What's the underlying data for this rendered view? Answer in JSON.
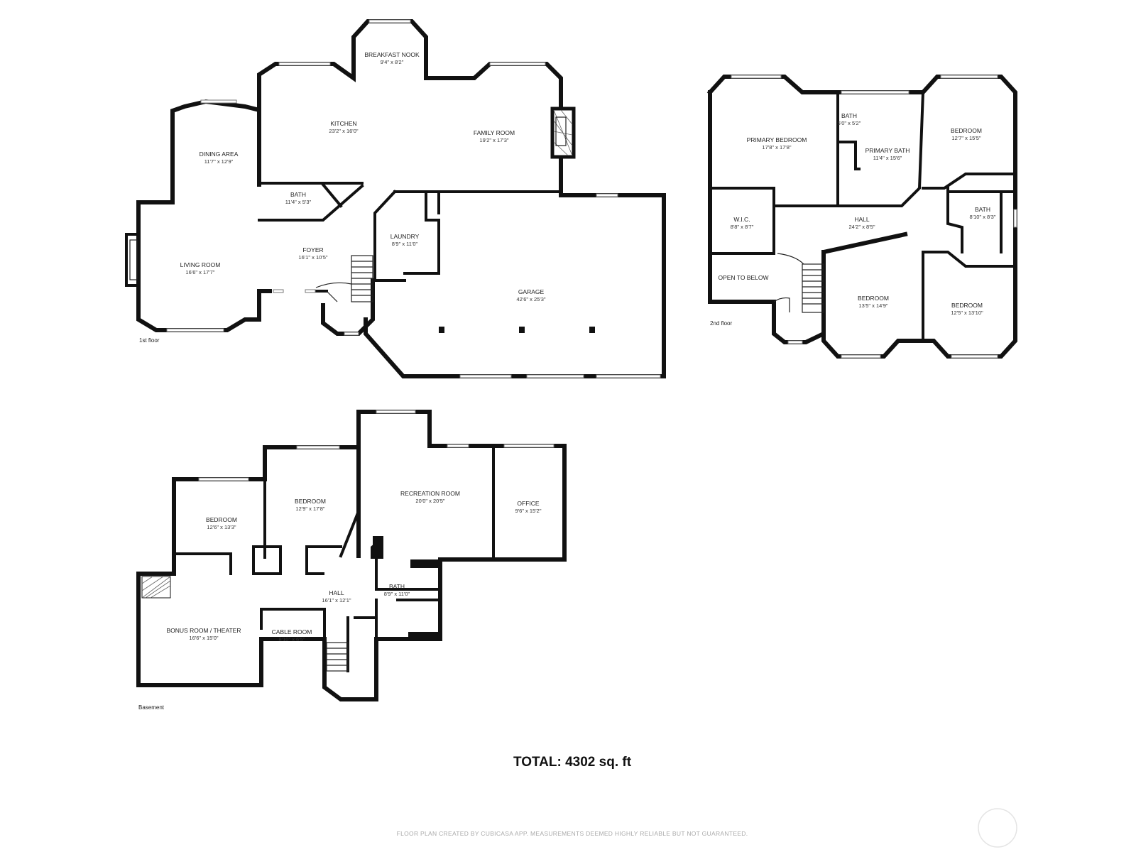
{
  "floors": {
    "first": {
      "label": "1st floor",
      "rooms": {
        "breakfast_nook": {
          "name": "BREAKFAST NOOK",
          "dim": "9'4\" x 8'2\""
        },
        "kitchen": {
          "name": "KITCHEN",
          "dim": "23'2\" x 16'0\""
        },
        "family_room": {
          "name": "FAMILY ROOM",
          "dim": "19'2\" x 17'3\""
        },
        "dining_area": {
          "name": "DINING AREA",
          "dim": "11'7\" x 12'9\""
        },
        "bath": {
          "name": "BATH",
          "dim": "11'4\" x 5'3\""
        },
        "foyer": {
          "name": "FOYER",
          "dim": "16'1\" x 10'5\""
        },
        "laundry": {
          "name": "LAUNDRY",
          "dim": "8'9\" x 11'0\""
        },
        "living_room": {
          "name": "LIVING ROOM",
          "dim": "16'6\" x 17'7\""
        },
        "garage": {
          "name": "GARAGE",
          "dim": "42'6\" x 25'3\""
        }
      }
    },
    "second": {
      "label": "2nd floor",
      "rooms": {
        "primary_bedroom": {
          "name": "PRIMARY BEDROOM",
          "dim": "17'8\" x 17'8\""
        },
        "bath_small": {
          "name": "BATH",
          "dim": "5'0\" x 5'2\""
        },
        "primary_bath": {
          "name": "PRIMARY BATH",
          "dim": "11'4\" x 15'6\""
        },
        "bedroom_ne": {
          "name": "BEDROOM",
          "dim": "12'7\" x 15'5\""
        },
        "wic": {
          "name": "W.I.C.",
          "dim": "8'8\" x 8'7\""
        },
        "hall": {
          "name": "HALL",
          "dim": "24'2\" x 8'5\""
        },
        "bath_e": {
          "name": "BATH",
          "dim": "8'10\" x 8'3\""
        },
        "open_to_below": {
          "name": "OPEN TO BELOW"
        },
        "bedroom_s": {
          "name": "BEDROOM",
          "dim": "13'5\" x 14'9\""
        },
        "bedroom_se": {
          "name": "BEDROOM",
          "dim": "12'5\" x 13'10\""
        }
      }
    },
    "basement": {
      "label": "Basement",
      "rooms": {
        "bedroom_w": {
          "name": "BEDROOM",
          "dim": "12'6\" x 13'3\""
        },
        "bedroom_n": {
          "name": "BEDROOM",
          "dim": "12'9\" x 17'8\""
        },
        "recreation_room": {
          "name": "RECREATION ROOM",
          "dim": "20'0\" x 20'5\""
        },
        "office": {
          "name": "OFFICE",
          "dim": "9'6\" x 15'2\""
        },
        "bath": {
          "name": "BATH",
          "dim": "8'9\" x 11'0\""
        },
        "hall": {
          "name": "HALL",
          "dim": "16'1\" x 12'1\""
        },
        "bonus_room": {
          "name": "BONUS ROOM / THEATER",
          "dim": "16'6\" x 15'0\""
        },
        "cable_room": {
          "name": "CABLE ROOM",
          "dim": "8'10\" x 6'5\""
        }
      }
    }
  },
  "total": "TOTAL: 4302 sq. ft",
  "credit": "FLOOR PLAN CREATED BY CUBICASA APP. MEASUREMENTS DEEMED HIGHLY RELIABLE BUT NOT GUARANTEED."
}
